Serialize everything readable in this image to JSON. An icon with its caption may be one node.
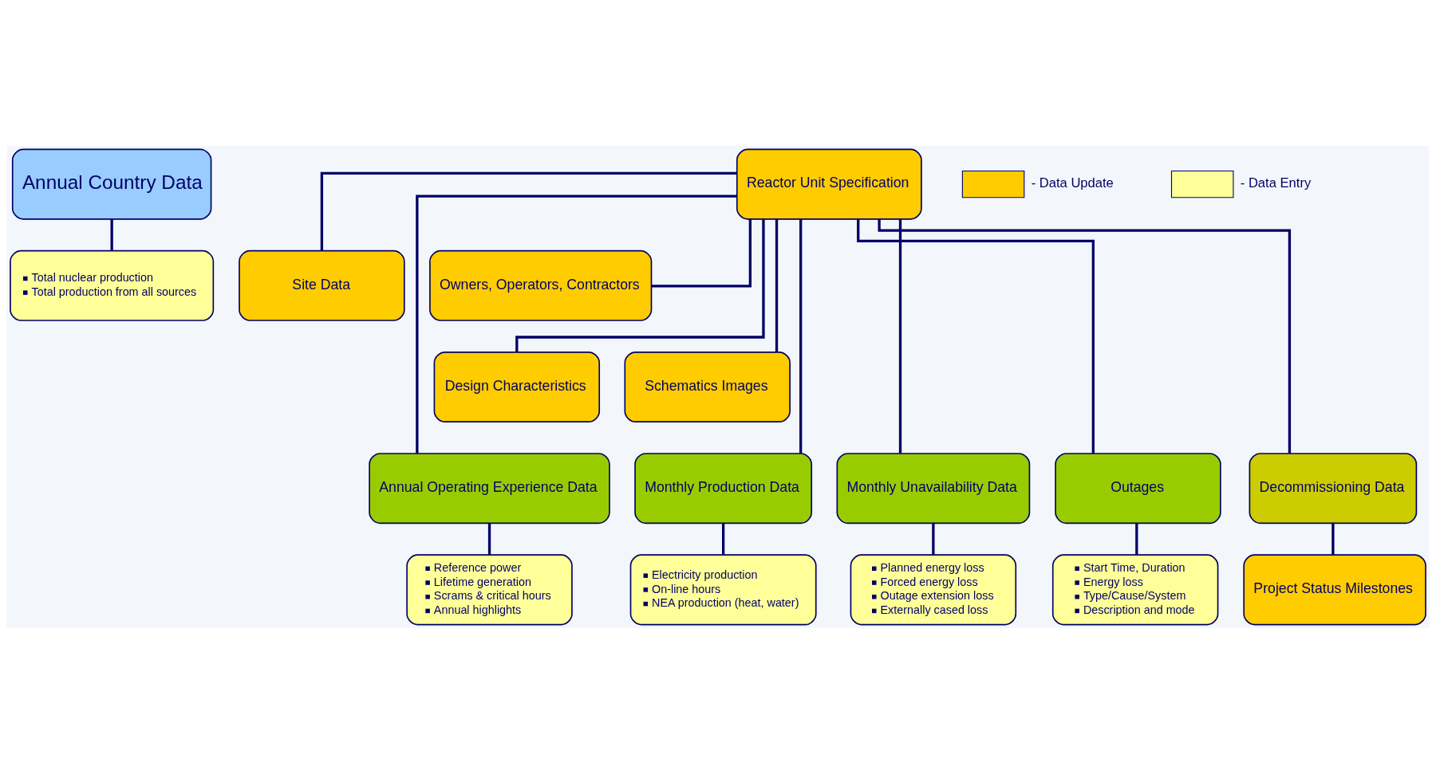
{
  "diagram": {
    "nodes": [
      {
        "text": [
          "Annual Country Data"
        ]
      },
      {
        "text": [
          "Total nuclear production",
          "Total production from all sources"
        ]
      },
      {
        "text": [
          "Reactor Unit Specification"
        ]
      },
      {
        "text": [
          "Site Data"
        ]
      },
      {
        "text": [
          "Owners, Operators, Contractors"
        ]
      },
      {
        "text": [
          "Design Characteristics"
        ]
      },
      {
        "text": [
          "Schematics Images"
        ]
      },
      {
        "text": [
          "Annual Operating Experience Data"
        ]
      },
      {
        "text": [
          "Monthly Production Data"
        ]
      },
      {
        "text": [
          "Monthly Unavailability Data"
        ]
      },
      {
        "text": [
          "Outages"
        ]
      },
      {
        "text": [
          "Decommissioning Data"
        ]
      },
      {
        "text": [
          "Reference power",
          "Lifetime generation",
          "Scrams & critical hours",
          "Annual highlights"
        ]
      },
      {
        "text": [
          "Electricity production",
          "On-line hours",
          "NEA production (heat, water)"
        ]
      },
      {
        "text": [
          "Planned energy loss",
          "Forced energy loss",
          "Outage extension loss",
          "Externally cased loss"
        ]
      },
      {
        "text": [
          "Start Time, Duration",
          "Energy loss",
          "Type/Cause/System",
          "Description and mode"
        ]
      },
      {
        "text": [
          "Project Status Milestones"
        ]
      }
    ],
    "edges": [
      {
        "from": 0,
        "to": 1,
        "arrow": "none"
      },
      {
        "from": 2,
        "to": 3,
        "arrow": "none"
      },
      {
        "from": 2,
        "to": 4,
        "arrow": "none"
      },
      {
        "from": 2,
        "to": 5,
        "arrow": "none"
      },
      {
        "from": 2,
        "to": 6,
        "arrow": "none"
      },
      {
        "from": 2,
        "to": 7,
        "arrow": "none"
      },
      {
        "from": 2,
        "to": 8,
        "arrow": "none"
      },
      {
        "from": 2,
        "to": 9,
        "arrow": "none"
      },
      {
        "from": 2,
        "to": 10,
        "arrow": "none"
      },
      {
        "from": 2,
        "to": 11,
        "arrow": "none"
      },
      {
        "from": 7,
        "to": 12,
        "arrow": "none"
      },
      {
        "from": 8,
        "to": 13,
        "arrow": "none"
      },
      {
        "from": 9,
        "to": 14,
        "arrow": "none"
      },
      {
        "from": 10,
        "to": 15,
        "arrow": "none"
      },
      {
        "from": 11,
        "to": 16,
        "arrow": "none"
      }
    ],
    "legend": [
      {
        "text": "- Data Update",
        "color": "#ffcc00"
      },
      {
        "text": "- Data Entry",
        "color": "#ffff99"
      }
    ]
  }
}
